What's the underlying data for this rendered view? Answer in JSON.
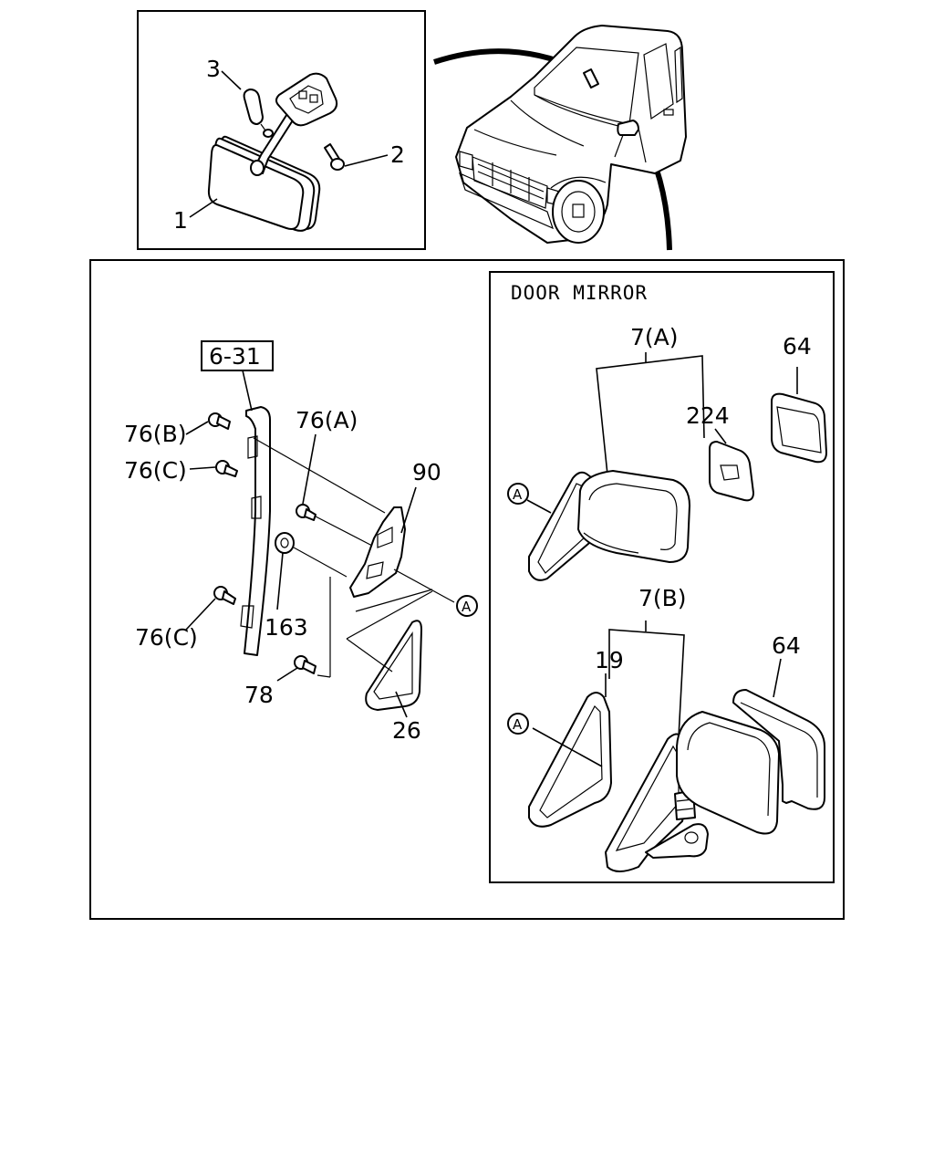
{
  "inset": {
    "callouts": {
      "c1": "1",
      "c2": "2",
      "c3": "3"
    }
  },
  "main": {
    "ref_box": "6-31",
    "callouts": {
      "c76b": "76(B)",
      "c76c_top": "76(C)",
      "c76a": "76(A)",
      "c90": "90",
      "c163": "163",
      "c76c_bot": "76(C)",
      "c78": "78",
      "c26": "26",
      "ca": "A"
    }
  },
  "door_mirror": {
    "title": "DOOR MIRROR",
    "callouts": {
      "c7a": "7(A)",
      "c64_top": "64",
      "c224": "224",
      "ca_top": "A",
      "c7b": "7(B)",
      "c19": "19",
      "c64_bot": "64",
      "ca_bot": "A"
    }
  }
}
